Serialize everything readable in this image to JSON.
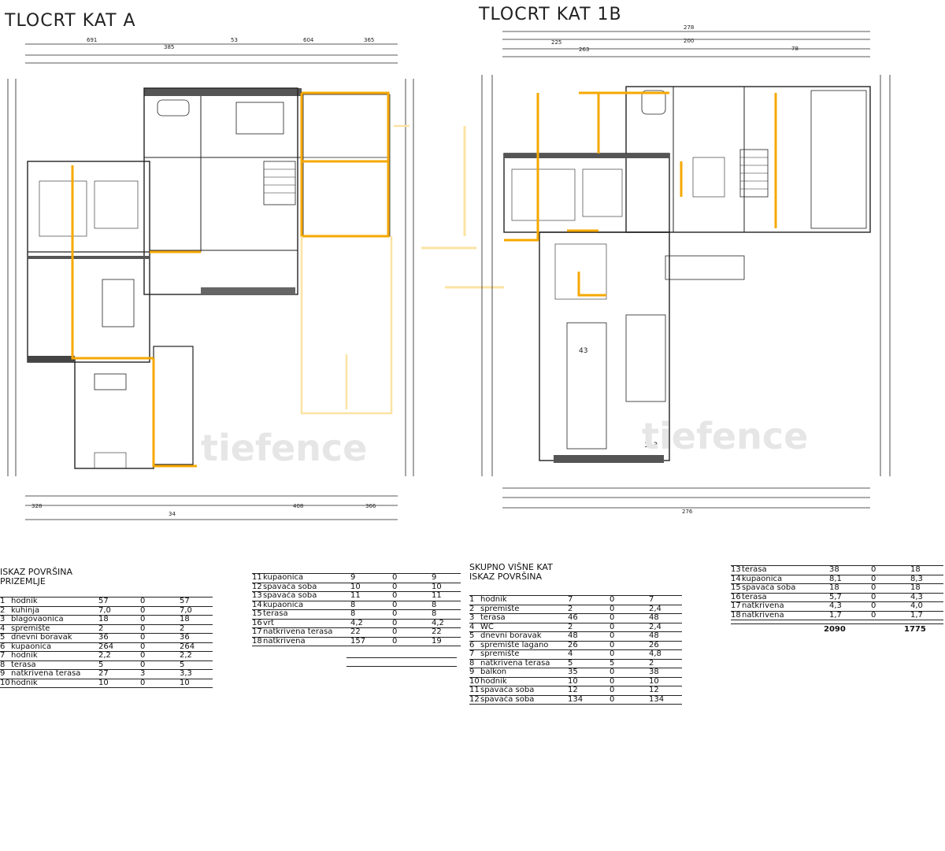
{
  "plans": [
    {
      "title": "TLOCRT KAT A",
      "id": "plan-left"
    },
    {
      "title": "TLOCRT KAT 1B",
      "id": "plan-right"
    }
  ],
  "watermark": "tiefence",
  "accent_color": "#f6a800",
  "wall_color": "#222222",
  "top_dims_left": [
    "691",
    "385",
    "53",
    "604",
    "365"
  ],
  "bottom_dims_left": [
    "328",
    "34",
    "408",
    "366"
  ],
  "top_dims_right": [
    "278",
    "225",
    "263",
    "200",
    "78"
  ],
  "bottom_dims_right": [
    "276"
  ],
  "room_labels_right": [
    "43",
    "113"
  ],
  "tables": [
    {
      "title": "ISKAZ POVRŠINA",
      "subtitle": "PRIZEMLJE",
      "rows": [
        [
          "1",
          "hodnik",
          "57",
          "0",
          "57"
        ],
        [
          "2",
          "kuhinja",
          "7,0",
          "0",
          "7,0"
        ],
        [
          "3",
          "blagovaonica",
          "18",
          "0",
          "18"
        ],
        [
          "4",
          "spremište",
          "2",
          "0",
          "2"
        ],
        [
          "5",
          "dnevni boravak",
          "36",
          "0",
          "36"
        ],
        [
          "6",
          "kupaonica",
          "264",
          "0",
          "264"
        ],
        [
          "7",
          "hodnik",
          "2,2",
          "0",
          "2,2"
        ],
        [
          "8",
          "terasa",
          "5",
          "0",
          "5"
        ],
        [
          "9",
          "natkrivena terasa",
          "27",
          "3",
          "3,3"
        ],
        [
          "10",
          "hodnik",
          "10",
          "0",
          "10"
        ]
      ]
    },
    {
      "title": "",
      "subtitle": "",
      "rows": [
        [
          "11",
          "kupaonica",
          "9",
          "0",
          "9"
        ],
        [
          "12",
          "spavaća soba",
          "10",
          "0",
          "10"
        ],
        [
          "13",
          "spavaća soba",
          "11",
          "0",
          "11"
        ],
        [
          "14",
          "kupaonica",
          "8",
          "0",
          "8"
        ],
        [
          "15",
          "terasa",
          "8",
          "0",
          "8"
        ],
        [
          "16",
          "vrt",
          "4,2",
          "0",
          "4,2"
        ],
        [
          "17",
          "natkrivena terasa",
          "22",
          "0",
          "22"
        ],
        [
          "18",
          "natkrivena",
          "157",
          "0",
          "19"
        ]
      ]
    },
    {
      "title": "SKUPNO VIŠNE KAT",
      "subtitle": "ISKAZ POVRŠINA",
      "rows": [
        [
          "1",
          "hodnik",
          "7",
          "0",
          "7"
        ],
        [
          "2",
          "spremište",
          "2",
          "0",
          "2,4"
        ],
        [
          "3",
          "terasa",
          "46",
          "0",
          "48"
        ],
        [
          "4",
          "WC",
          "2",
          "0",
          "2,4"
        ],
        [
          "5",
          "dnevni boravak",
          "48",
          "0",
          "48"
        ],
        [
          "6",
          "spremište lagano",
          "26",
          "0",
          "26"
        ],
        [
          "7",
          "spremište",
          "4",
          "0",
          "4,8"
        ],
        [
          "8",
          "natkrivena terasa",
          "5",
          "5",
          "2"
        ],
        [
          "9",
          "balkon",
          "35",
          "0",
          "38"
        ],
        [
          "10",
          "hodnik",
          "10",
          "0",
          "10"
        ],
        [
          "11",
          "spavaća soba",
          "12",
          "0",
          "12"
        ],
        [
          "12",
          "spavaća soba",
          "134",
          "0",
          "134"
        ]
      ]
    },
    {
      "title": "",
      "subtitle": "",
      "rows": [
        [
          "13",
          "terasa",
          "38",
          "0",
          "18"
        ],
        [
          "14",
          "kupaonica",
          "8,1",
          "0",
          "8,3"
        ],
        [
          "15",
          "spavaća soba",
          "18",
          "0",
          "18"
        ],
        [
          "16",
          "terasa",
          "5,7",
          "0",
          "4,3"
        ],
        [
          "17",
          "natkrivena",
          "4,3",
          "0",
          "4,0"
        ],
        [
          "18",
          "natkrivena",
          "1,7",
          "0",
          "1,7"
        ]
      ],
      "total": [
        "2090",
        "1775"
      ]
    }
  ]
}
